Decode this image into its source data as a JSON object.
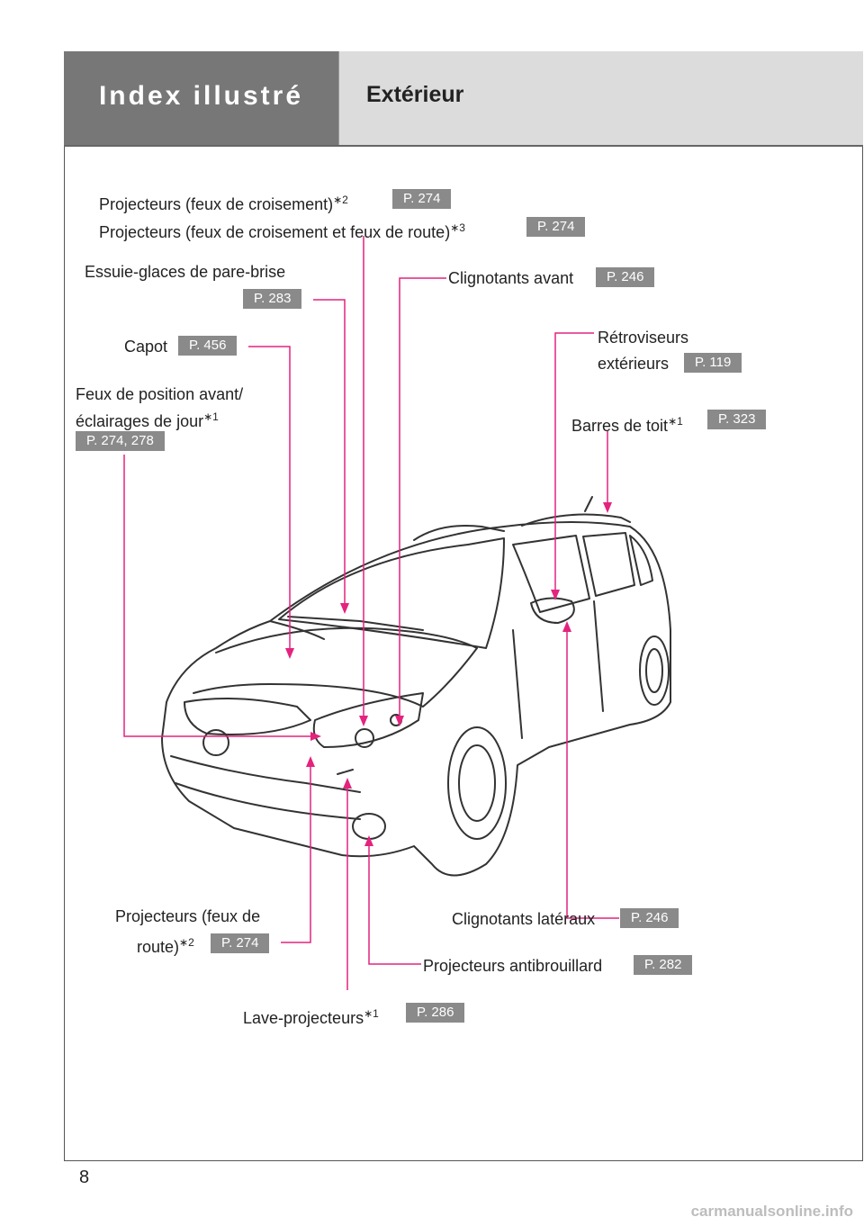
{
  "header": {
    "section": "Index illustré",
    "subsection": "Extérieur"
  },
  "callouts": [
    {
      "id": "low-beam",
      "label": "Projecteurs (feux de croisement)",
      "marker": "∗2",
      "ref": "P. 274"
    },
    {
      "id": "low-high-beam",
      "label": "Projecteurs (feux de croisement et feux de route)",
      "marker": "∗3",
      "ref": "P. 274"
    },
    {
      "id": "wipers",
      "label": "Essuie-glaces de pare-brise",
      "ref": "P. 283"
    },
    {
      "id": "front-turn",
      "label": "Clignotants avant",
      "ref": "P. 246"
    },
    {
      "id": "hood",
      "label": "Capot",
      "ref": "P. 456"
    },
    {
      "id": "mirrors",
      "label_line1": "Rétroviseurs",
      "label_line2": "extérieurs",
      "ref": "P. 119"
    },
    {
      "id": "position-lights",
      "label_line1": "Feux de position avant/",
      "label_line2": "éclairages de jour",
      "marker": "∗1",
      "ref": "P. 274, 278"
    },
    {
      "id": "roof-rails",
      "label": "Barres de toit",
      "marker": "∗1",
      "ref": "P. 323"
    },
    {
      "id": "side-turn",
      "label": "Clignotants latéraux",
      "ref": "P. 246"
    },
    {
      "id": "high-beam",
      "label_line1": "Projecteurs (feux de",
      "label_line2": "route)",
      "marker": "∗2",
      "ref": "P. 274"
    },
    {
      "id": "fog",
      "label": "Projecteurs antibrouillard",
      "ref": "P. 282"
    },
    {
      "id": "washers",
      "label": "Lave-projecteurs",
      "marker": "∗1",
      "ref": "P. 286"
    }
  ],
  "page_number": "8",
  "watermark": "carmanualsonline.info",
  "colors": {
    "leader": "#e4237f",
    "header_dark": "#777777",
    "header_light": "#dcdcdc",
    "ref_box": "#8a8a8a"
  }
}
